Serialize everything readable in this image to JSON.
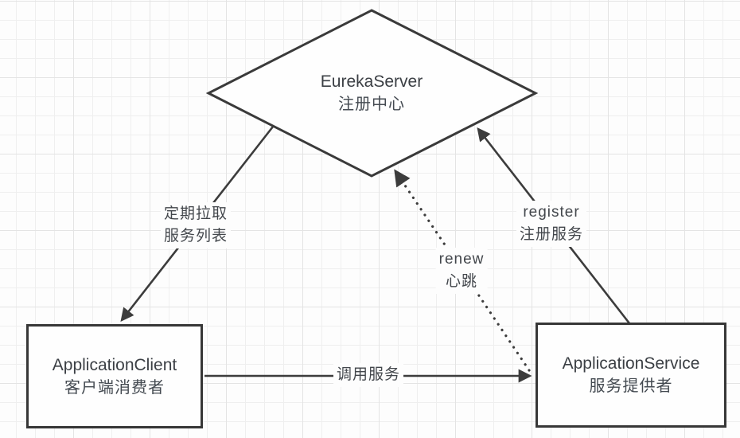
{
  "diagram": {
    "nodes": {
      "server": {
        "title": "EurekaServer",
        "subtitle": "注册中心"
      },
      "client": {
        "title": "ApplicationClient",
        "subtitle": "客户端消费者"
      },
      "service": {
        "title": "ApplicationService",
        "subtitle": "服务提供者"
      }
    },
    "edges": {
      "pull": {
        "line1": "定期拉取",
        "line2": "服务列表"
      },
      "register": {
        "line1": "register",
        "line2": "注册服务"
      },
      "renew": {
        "line1": "renew",
        "line2": "心跳"
      },
      "call": {
        "line1": "调用服务"
      }
    },
    "colors": {
      "stroke": "#3c3c3c",
      "text": "#43474c",
      "grid_minor": "#efefef",
      "grid_major": "#e4e4e4",
      "background": "#fdfdfd",
      "node_fill": "#fefefe"
    }
  }
}
